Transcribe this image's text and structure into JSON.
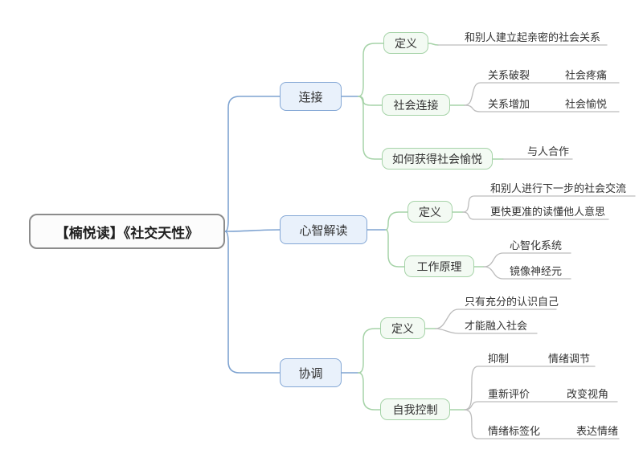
{
  "colors": {
    "edge_blue": "#7ea3d1",
    "edge_green": "#a6d3a8",
    "edge_gray": "#bcbcbc",
    "root_border": "#8c8c8c",
    "level1_border": "#84a7d5",
    "level1_fill": "#e9f1fb",
    "level2_border": "#a6d3a8",
    "level2_fill": "#f3faf3",
    "text": "#333333"
  },
  "mindmap": {
    "root": {
      "label": "【楠悦读】《社交天性》"
    },
    "branches": [
      {
        "label": "连接",
        "children": [
          {
            "label": "定义",
            "children": [
              {
                "label": "和别人建立起亲密的社会关系"
              }
            ]
          },
          {
            "label": "社会连接",
            "children": [
              {
                "label": "关系破裂",
                "children": [
                  {
                    "label": "社会疼痛"
                  }
                ]
              },
              {
                "label": "关系增加",
                "children": [
                  {
                    "label": "社会愉悦"
                  }
                ]
              }
            ]
          },
          {
            "label": "如何获得社会愉悦",
            "children": [
              {
                "label": "与人合作"
              }
            ]
          }
        ]
      },
      {
        "label": "心智解读",
        "children": [
          {
            "label": "定义",
            "children": [
              {
                "label": "和别人进行下一步的社会交流"
              },
              {
                "label": "更快更准的读懂他人意思"
              }
            ]
          },
          {
            "label": "工作原理",
            "children": [
              {
                "label": "心智化系统"
              },
              {
                "label": "镜像神经元"
              }
            ]
          }
        ]
      },
      {
        "label": "协调",
        "children": [
          {
            "label": "定义",
            "children": [
              {
                "label": "只有充分的认识自己"
              },
              {
                "label": "才能融入社会"
              }
            ]
          },
          {
            "label": "自我控制",
            "children": [
              {
                "label": "抑制",
                "children": [
                  {
                    "label": "情绪调节"
                  }
                ]
              },
              {
                "label": "重新评价",
                "children": [
                  {
                    "label": "改变视角"
                  }
                ]
              },
              {
                "label": "情绪标签化",
                "children": [
                  {
                    "label": "表达情绪"
                  }
                ]
              }
            ]
          }
        ]
      }
    ]
  }
}
